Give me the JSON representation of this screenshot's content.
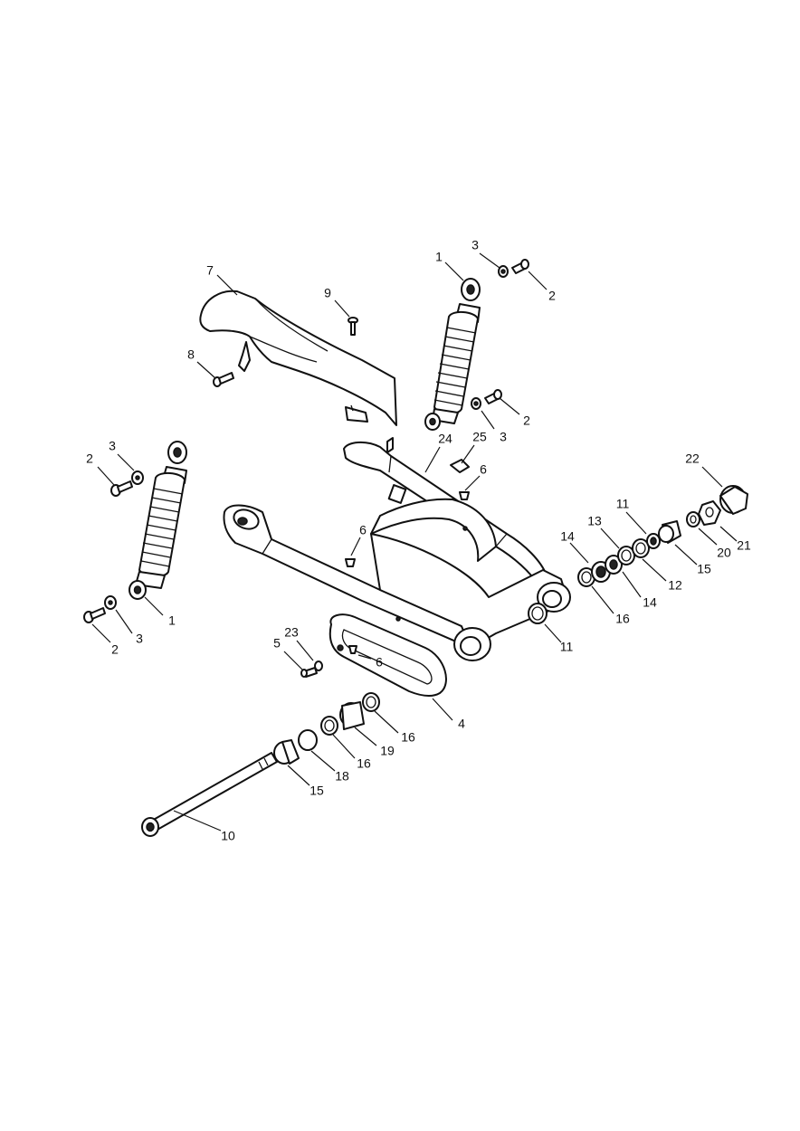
{
  "callouts": [
    {
      "id": "c-7a",
      "text": "7"
    },
    {
      "id": "c-9",
      "text": "9"
    },
    {
      "id": "c-8",
      "text": "8"
    },
    {
      "id": "c-1a",
      "text": "1"
    },
    {
      "id": "c-3a",
      "text": "3"
    },
    {
      "id": "c-2a",
      "text": "2"
    },
    {
      "id": "c-2b",
      "text": "2"
    },
    {
      "id": "c-3b",
      "text": "3"
    },
    {
      "id": "c-24",
      "text": "24"
    },
    {
      "id": "c-25",
      "text": "25"
    },
    {
      "id": "c-6a",
      "text": "6"
    },
    {
      "id": "c-2c",
      "text": "2"
    },
    {
      "id": "c-3c",
      "text": "3"
    },
    {
      "id": "c-6b",
      "text": "6"
    },
    {
      "id": "c-1b",
      "text": "1"
    },
    {
      "id": "c-2d",
      "text": "2"
    },
    {
      "id": "c-3d",
      "text": "3"
    },
    {
      "id": "c-22",
      "text": "22"
    },
    {
      "id": "c-11a",
      "text": "11"
    },
    {
      "id": "c-13",
      "text": "13"
    },
    {
      "id": "c-14a",
      "text": "14"
    },
    {
      "id": "c-20",
      "text": "20"
    },
    {
      "id": "c-21",
      "text": "21"
    },
    {
      "id": "c-15a",
      "text": "15"
    },
    {
      "id": "c-12",
      "text": "12"
    },
    {
      "id": "c-14b",
      "text": "14"
    },
    {
      "id": "c-16a",
      "text": "16"
    },
    {
      "id": "c-11b",
      "text": "11"
    },
    {
      "id": "c-23",
      "text": "23"
    },
    {
      "id": "c-5",
      "text": "5"
    },
    {
      "id": "c-6c",
      "text": "6"
    },
    {
      "id": "c-4",
      "text": "4"
    },
    {
      "id": "c-16b",
      "text": "16"
    },
    {
      "id": "c-19",
      "text": "19"
    },
    {
      "id": "c-16c",
      "text": "16"
    },
    {
      "id": "c-18",
      "text": "18"
    },
    {
      "id": "c-15b",
      "text": "15"
    },
    {
      "id": "c-10",
      "text": "10"
    }
  ]
}
